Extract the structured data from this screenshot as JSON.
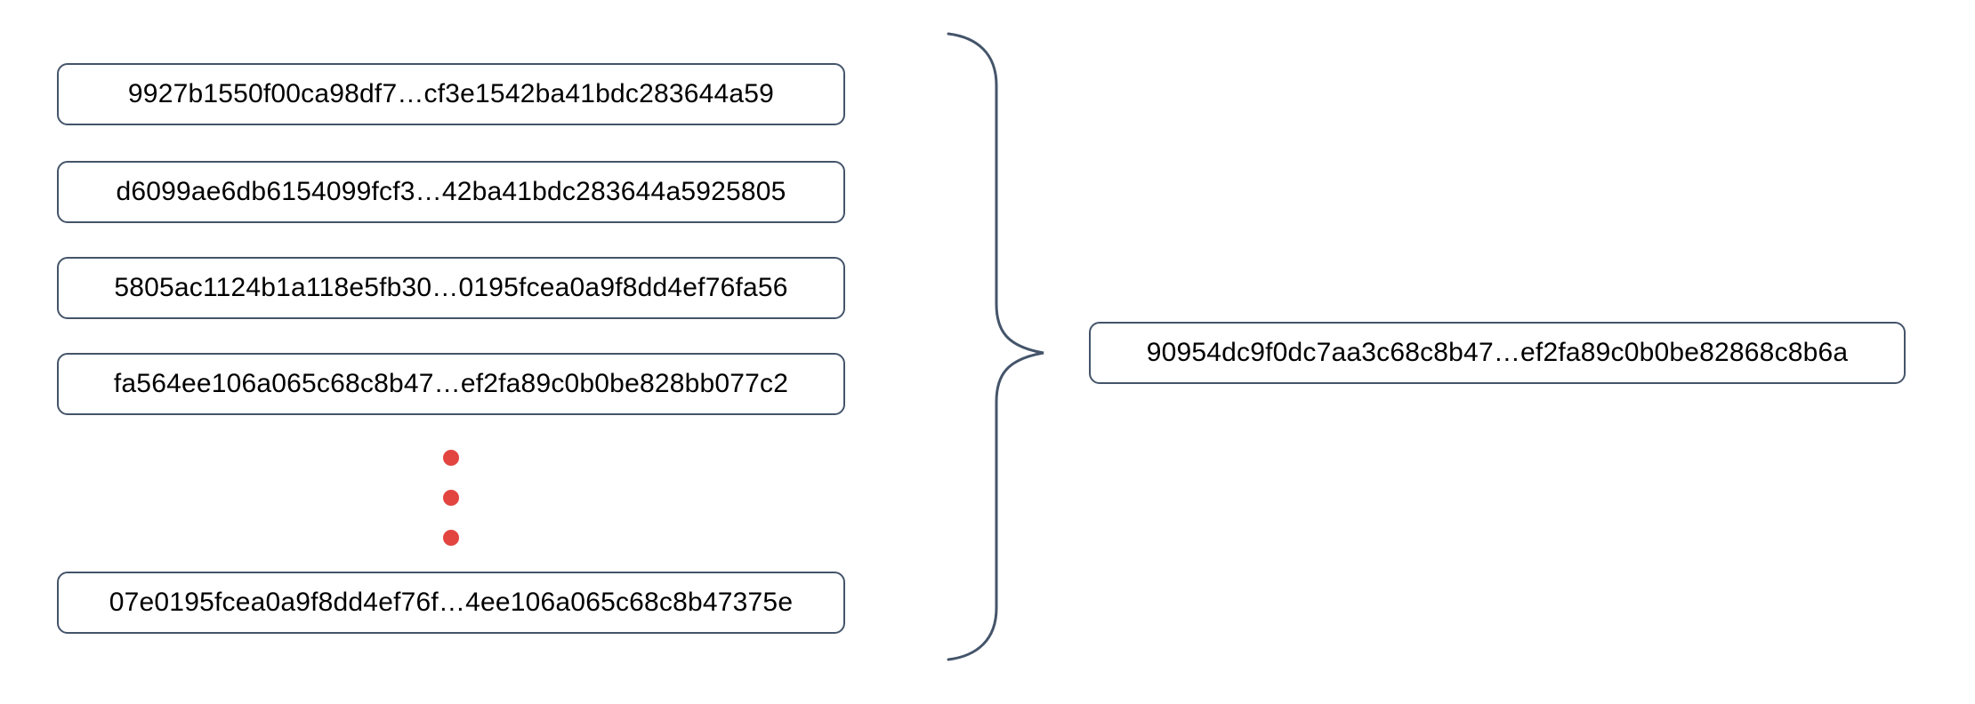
{
  "diagram": {
    "description": "Many hash blocks aggregated into a single hash",
    "input_hashes": [
      "9927b1550f00ca98df7…cf3e1542ba41bdc283644a59",
      "d6099ae6db6154099fcf3…42ba41bdc283644a5925805",
      "5805ac1124b1a118e5fb30…0195fcea0a9f8dd4ef76fa56",
      "fa564ee106a065c68c8b47…ef2fa89c0b0be828bb077c2",
      "07e0195fcea0a9f8dd4ef76f…4ee106a065c68c8b47375e"
    ],
    "output_hash": "90954dc9f0dc7aa3c68c8b47…ef2fa89c0b0be82868c8b6a",
    "ellipsis_dot_count": 3
  },
  "colors": {
    "outline": "#44546a",
    "dots": "#e2443f",
    "text": "#000000",
    "background": "#ffffff"
  }
}
